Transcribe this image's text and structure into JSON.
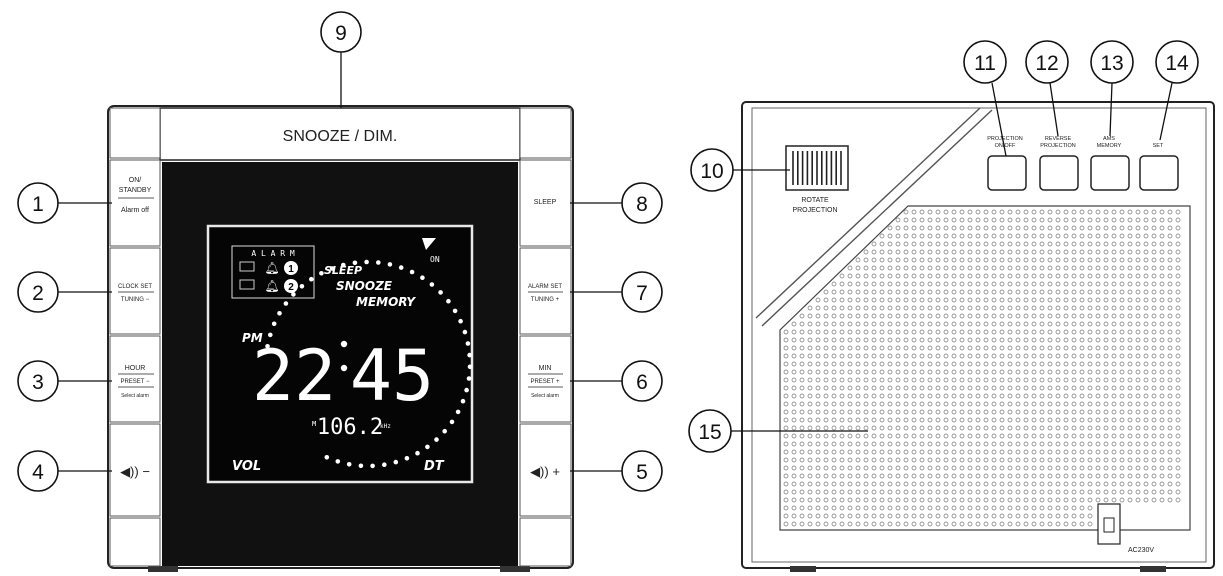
{
  "front": {
    "top_button": "SNOOZE / DIM.",
    "left_buttons": [
      {
        "line1": "ON/",
        "line2": "STANDBY",
        "line3": "Alarm off"
      },
      {
        "line1": "CLOCK SET",
        "line2": "TUNING −",
        "line3": ""
      },
      {
        "line1": "HOUR",
        "line2": "PRESET −",
        "line3": "Select alarm"
      },
      {
        "line1": "◀)) −",
        "line2": "",
        "line3": ""
      }
    ],
    "right_buttons": [
      {
        "line1": "SLEEP",
        "line2": "",
        "line3": ""
      },
      {
        "line1": "ALARM SET",
        "line2": "TUNING +",
        "line3": ""
      },
      {
        "line1": "MIN",
        "line2": "PRESET +",
        "line3": "Select alarm"
      },
      {
        "line1": "◀)) +",
        "line2": "",
        "line3": ""
      }
    ],
    "lcd": {
      "alarm_header": "A L A R M",
      "alarm_1": "1",
      "alarm_2": "2",
      "sleep": "SLEEP",
      "snooze": "SNOOZE",
      "memory": "MEMORY",
      "on": "ON",
      "pm": "PM",
      "time_hours": "22",
      "time_minutes": "45",
      "frequency": "106.2",
      "freq_prefix": "M",
      "freq_unit": "kHz",
      "vol": "VOL",
      "dt": "DT"
    }
  },
  "back": {
    "rotate_label_1": "ROTATE",
    "rotate_label_2": "PROJECTION",
    "buttons": [
      {
        "line1": "PROJECTION",
        "line2": "ON/OFF"
      },
      {
        "line1": "REVERSE",
        "line2": "PROJECTION"
      },
      {
        "line1": "AMS",
        "line2": "MEMORY"
      },
      {
        "line1": "SET",
        "line2": ""
      }
    ],
    "power_label": "AC230V"
  },
  "callouts": [
    "1",
    "2",
    "3",
    "4",
    "5",
    "6",
    "7",
    "8",
    "9",
    "10",
    "11",
    "12",
    "13",
    "14",
    "15"
  ]
}
